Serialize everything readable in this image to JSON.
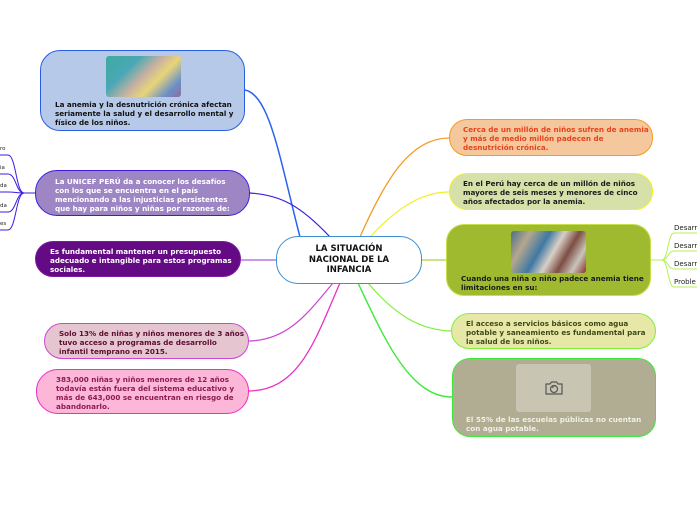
{
  "center": {
    "label": "LA SITUACIÓN NACIONAL DE LA INFANCIA"
  },
  "left_topics": [
    {
      "id": "anemia",
      "text": "La anemia y la desnutrición crónica afectan seriamente la salud y el desarrollo mental y físico de los niños.",
      "image": "health-worker-with-child-photo",
      "fill": "#b6c9e8",
      "border": "#2a5ee0"
    },
    {
      "id": "unicef",
      "text": "La UNICEF PERÚ da a conocer los desafíos con los que se encuentra en el país mencionando a las injusticias persistentes que hay para niños y niñas por razones de:",
      "fill": "#9d86c3",
      "border": "#3b1fe0",
      "subtopics": [
        "ro",
        "ia",
        "da",
        "da",
        "es"
      ]
    },
    {
      "id": "presupuesto",
      "text": "Es fundamental mantener un presupuesto adecuado e intangible para estos programas sociales.",
      "fill": "#650a85",
      "border": "#7b1aa5"
    },
    {
      "id": "solo13",
      "text": "Solo 13% de niñas y niños menores de 3 años tuvo acceso a programas de desarrollo infantil temprano en 2015.",
      "fill": "#e5c5cf",
      "border": "#cc44d4"
    },
    {
      "id": "fuera-sistema",
      "text": "383,000 niñas y niños menores de 12 años todavía están fuera del sistema educativo y más de 643,000 se encuentran en riesgo de abandonarlo.",
      "fill": "#fcb7d8",
      "border": "#e830c3"
    }
  ],
  "right_topics": [
    {
      "id": "millon",
      "text": "Cerca de un millón de niños sufren de anemia y más de medio millón padecen de desnutrición crónica.",
      "fill": "#f5c79c",
      "border": "#f59a22"
    },
    {
      "id": "peru",
      "text": "En el Perú hay cerca de un millón de niños mayores de seis meses y menores de cinco años afectados por la anemia.",
      "fill": "#d5e1a9",
      "border": "#f2ef2b"
    },
    {
      "id": "cuando",
      "text": "Cuando una niña o niño padece anemia tiene limitaciones en su:",
      "image": "group-of-children-photo",
      "fill": "#a0ba30",
      "border": "#c5e04a",
      "subtopics": [
        "Desarr",
        "Desarr",
        "Desarr",
        "Proble"
      ]
    },
    {
      "id": "acceso",
      "text": "El acceso a servicios básicos como agua potable y saneamiento es fundamental para la salud de los niños.",
      "fill": "#e7e7a7",
      "border": "#7ef03c"
    },
    {
      "id": "escuelas",
      "text": "El 55% de las escuelas públicas no cuentan con agua potable.",
      "image": "camera-icon",
      "fill": "#b0ad93",
      "border": "#3ee83a"
    }
  ]
}
